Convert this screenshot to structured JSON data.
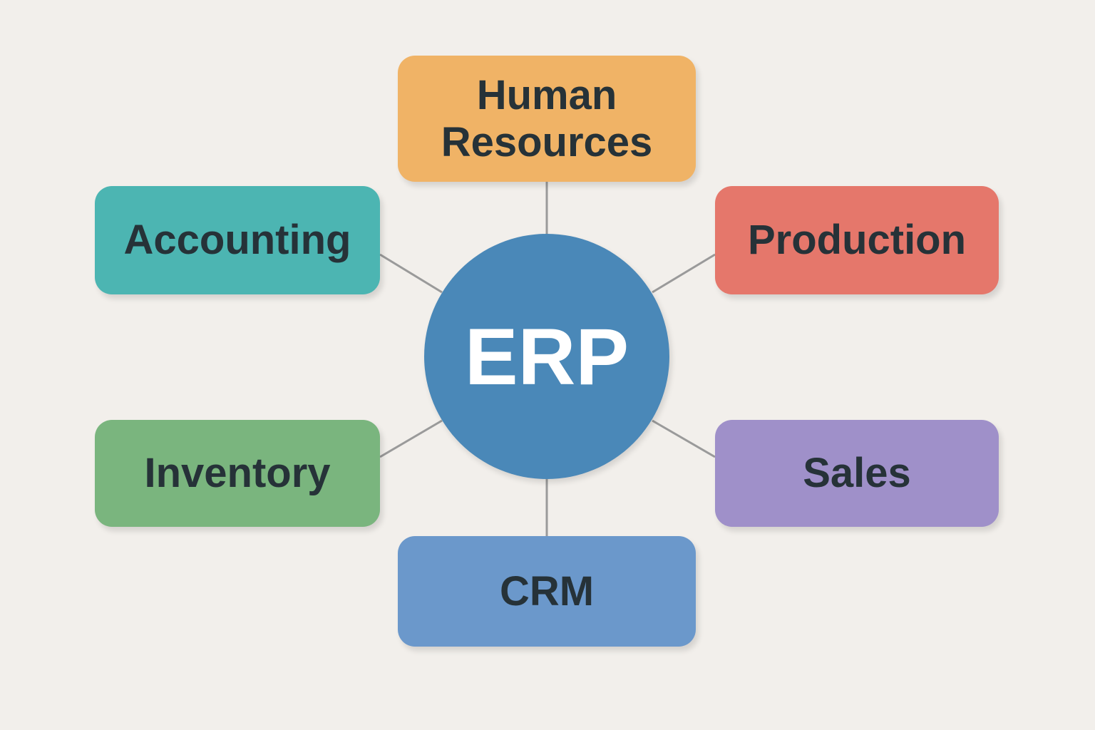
{
  "center": {
    "label": "ERP",
    "color": "#4a88b8"
  },
  "modules": [
    {
      "label": "Human Resources",
      "color": "#f0b366"
    },
    {
      "label": "Accounting",
      "color": "#4cb5b2"
    },
    {
      "label": "Production",
      "color": "#e5776b"
    },
    {
      "label": "Inventory",
      "color": "#7ab57e"
    },
    {
      "label": "Sales",
      "color": "#9f90c9"
    },
    {
      "label": "CRM",
      "color": "#6b98cb"
    }
  ],
  "connector_color": "#9a9a9a"
}
